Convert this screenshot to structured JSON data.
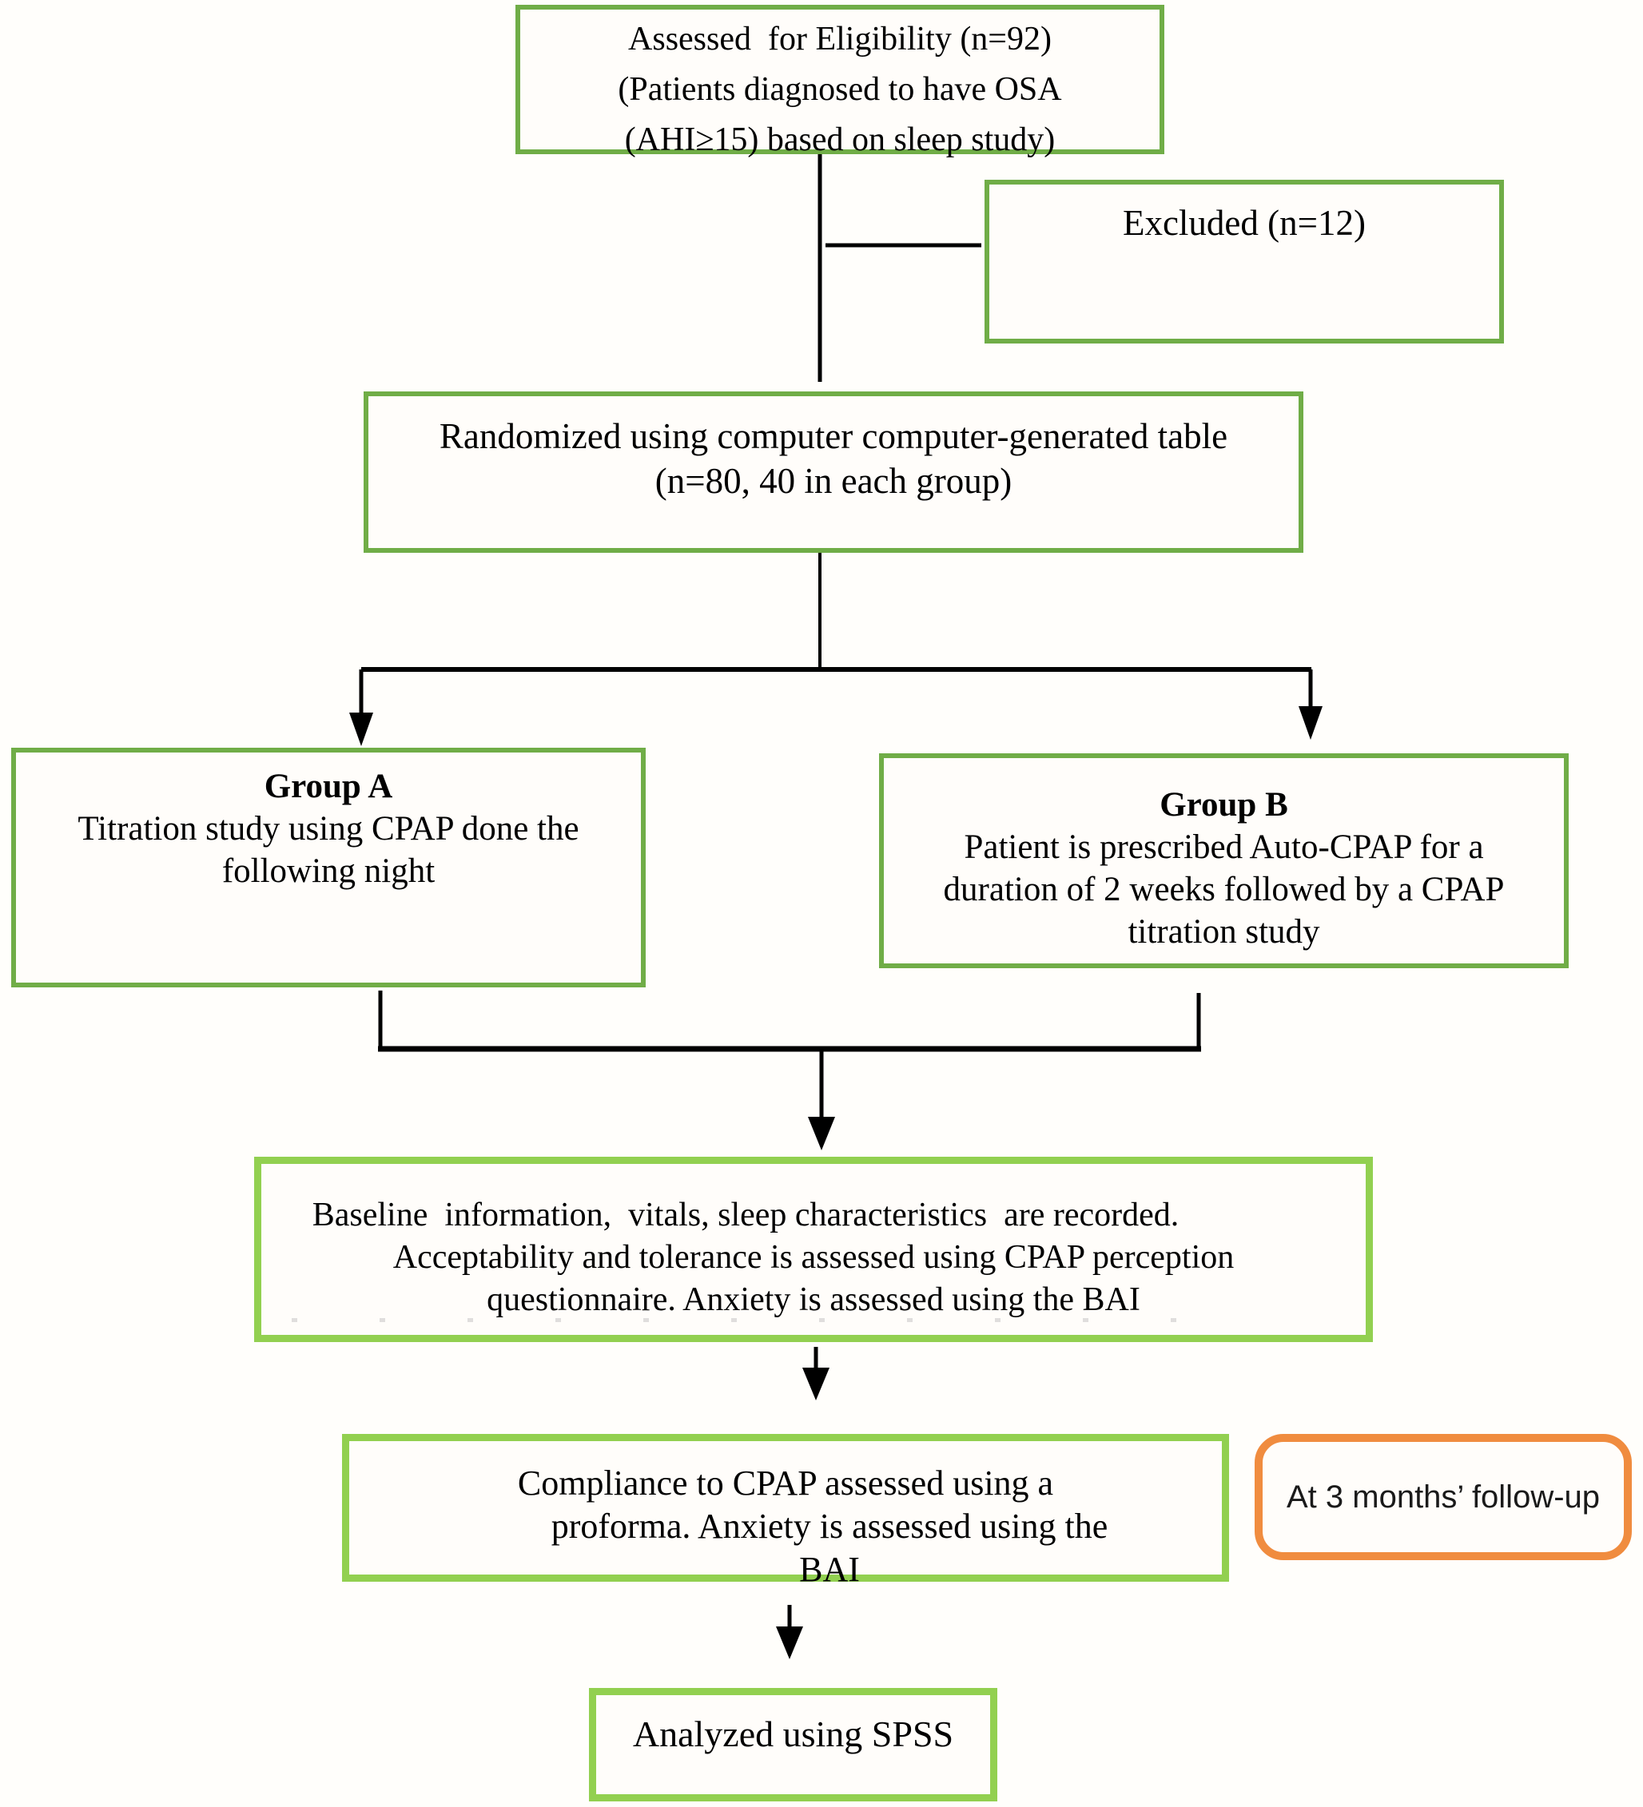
{
  "colors": {
    "box_green": "#70AD47",
    "bright_green": "#92D050",
    "orange": "#F08C3F",
    "line": "#000000",
    "text": "#000000",
    "background": "#fffefb"
  },
  "boxes": {
    "assessed": {
      "lines": [
        "Assessed  for Eligibility (n=92)",
        "(Patients diagnosed to have OSA",
        "(AHI≥15) based on sleep study)"
      ]
    },
    "excluded": {
      "text": "Excluded (n=12)"
    },
    "randomized": {
      "lines": [
        "Randomized using computer computer-generated table",
        "(n=80, 40 in each group)"
      ]
    },
    "group_a": {
      "title": "Group A",
      "lines": [
        "Titration study using CPAP done the",
        "following night"
      ]
    },
    "group_b": {
      "title": "Group B",
      "lines": [
        "Patient is prescribed Auto-CPAP for a",
        "duration of 2 weeks followed by a CPAP",
        "titration study"
      ]
    },
    "baseline": {
      "lines": [
        "Baseline  information,  vitals, sleep characteristics  are recorded.",
        "Acceptability and tolerance is assessed using CPAP perception",
        "questionnaire. Anxiety is assessed using the BAI"
      ]
    },
    "compliance": {
      "lines": [
        "Compliance to CPAP assessed using a",
        "proforma. Anxiety is assessed using the",
        "BAI"
      ]
    },
    "followup_note": {
      "text": "At 3 months’ follow-up"
    },
    "analyzed": {
      "text": "Analyzed using SPSS"
    }
  }
}
